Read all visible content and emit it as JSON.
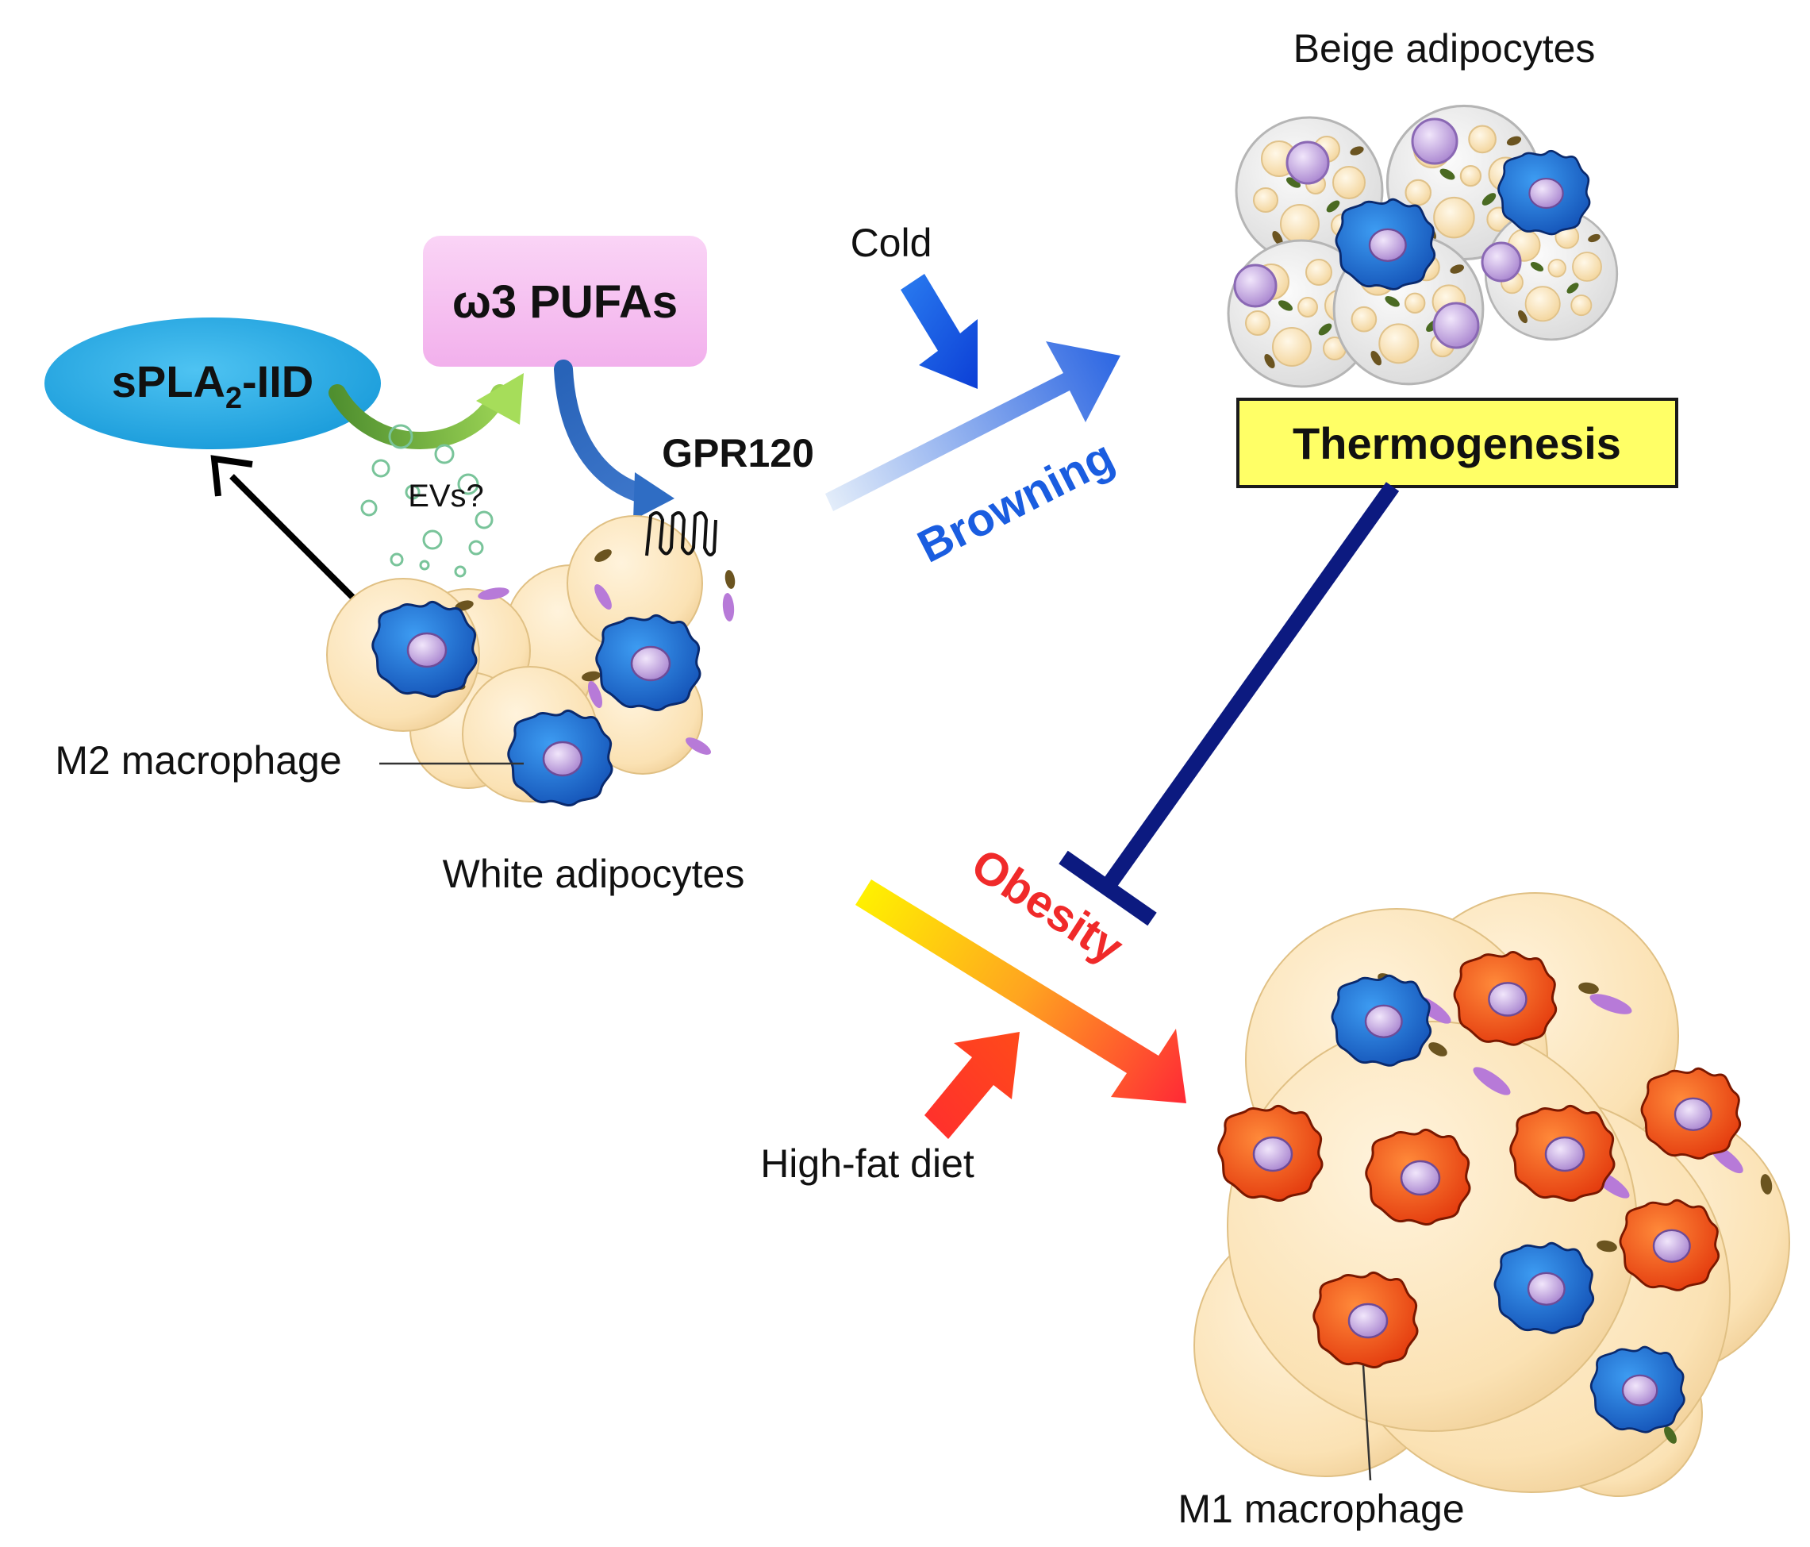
{
  "labels": {
    "beige_adipocytes": "Beige adipocytes",
    "cold": "Cold",
    "pufa": "ω3 PUFAs",
    "spla2_main": "sPLA",
    "spla2_sub": "2",
    "spla2_tail": "-IID",
    "gpr120": "GPR120",
    "evs": "EVs?",
    "browning": "Browning",
    "thermogenesis": "Thermogenesis",
    "m2_macrophage": "M2 macrophage",
    "white_adipocytes": "White adipocytes",
    "obesity": "Obesity",
    "high_fat_diet": "High-fat diet",
    "m1_macrophage": "M1 macrophage"
  },
  "colors": {
    "spla2_ellipse": "#1ea8e0",
    "pufa_box": "#f7c3f2",
    "thermogenesis_box": "#ffff66",
    "browning_text": "#1a5de0",
    "obesity_text": "#f02a2a",
    "m2_cell": "#1d6fd8",
    "m1_cell": "#ee5a1a",
    "nucleus": "#c9a8e2",
    "adipocyte": "#fbe4b8",
    "inhibition_line": "#0c1a80"
  },
  "icons": [
    "gpr120-receptor-icon",
    "m2-macrophage-icon",
    "m1-macrophage-icon",
    "adipocyte-icon",
    "ev-vesicle-icon"
  ]
}
